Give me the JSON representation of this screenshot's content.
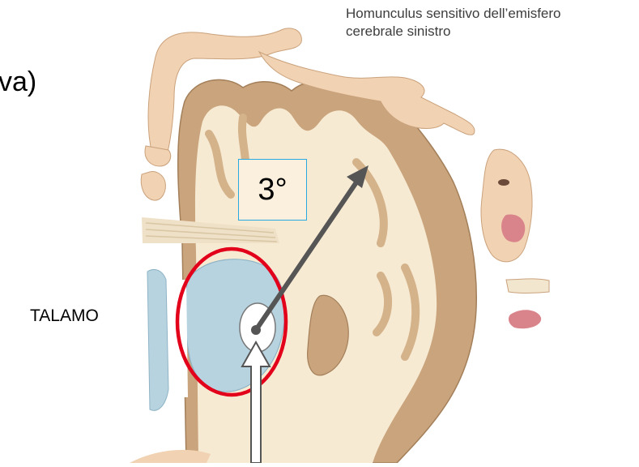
{
  "caption": {
    "line1": "Homunculus sensitivo dell’emisfero",
    "line2": "cerebrale sinistro"
  },
  "left_fragment": "va)",
  "label_talamo": "TALAMO",
  "order_label": "3°",
  "colors": {
    "cortex_brown": "#c9a47c",
    "white_matter": "#f7ead3",
    "skin": "#f1d2b3",
    "thalamus_blue": "#b7d3e0",
    "highlight_circle": "#e3001b",
    "box_border": "#2aa9e0",
    "arrow_gray": "#555555"
  }
}
